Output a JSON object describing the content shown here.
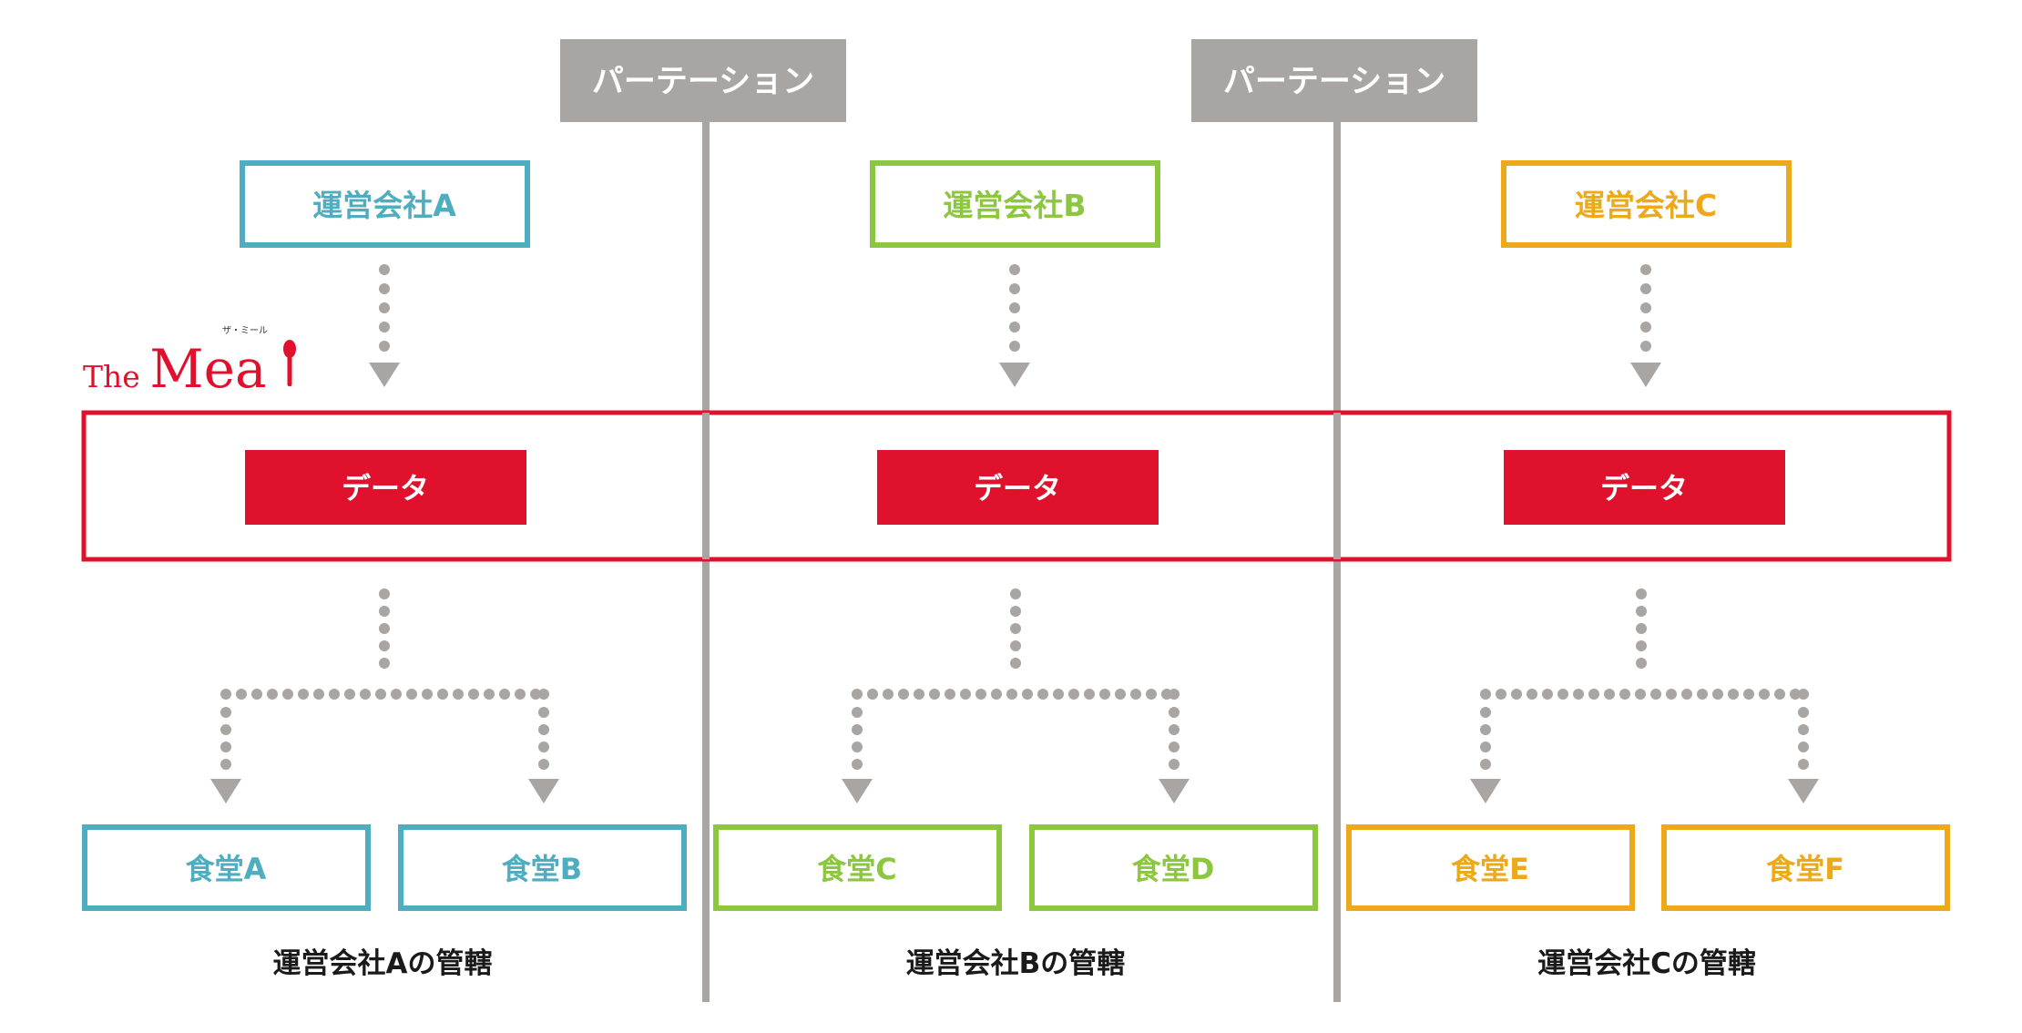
{
  "colors": {
    "gray": "#a9a5a2",
    "dots": "#a9a5a2",
    "red": "#e0112c",
    "white": "#ffffff",
    "ink": "#1a1a1a",
    "column_colors": [
      "#4fadc0",
      "#8dc63f",
      "#eda919"
    ]
  },
  "logo": {
    "text": "The Meal",
    "subtitle": "ザ・ミール"
  },
  "partitions": [
    {
      "label": "パーテーション"
    },
    {
      "label": "パーテーション"
    }
  ],
  "columns": [
    {
      "company": "運営会社A",
      "data_label": "データ",
      "cafeterias": [
        "食堂A",
        "食堂B"
      ],
      "caption": "運営会社Aの管轄"
    },
    {
      "company": "運営会社B",
      "data_label": "データ",
      "cafeterias": [
        "食堂C",
        "食堂D"
      ],
      "caption": "運営会社Bの管轄"
    },
    {
      "company": "運営会社C",
      "data_label": "データ",
      "cafeterias": [
        "食堂E",
        "食堂F"
      ],
      "caption": "運営会社Cの管轄"
    }
  ]
}
